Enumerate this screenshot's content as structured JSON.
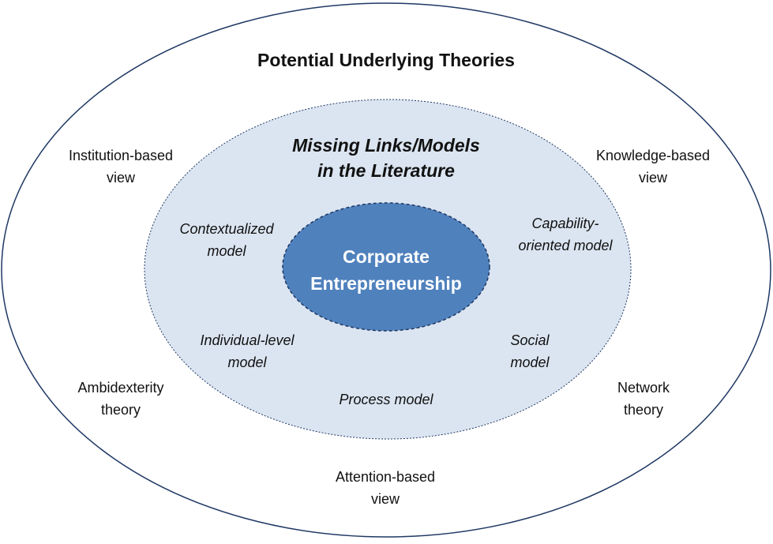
{
  "colors": {
    "outer_ring_stroke": "#1f3864",
    "middle_fill": "#dbe5f1",
    "middle_stroke": "#1f3864",
    "core_fill": "#4f81bd",
    "core_stroke": "#1f3864",
    "text": "#111111",
    "core_text": "#ffffff"
  },
  "outer": {
    "title": "Potential Underlying Theories",
    "theories": [
      {
        "line1": "Institution-based",
        "line2": "view"
      },
      {
        "line1": "Knowledge-based",
        "line2": "view"
      },
      {
        "line1": "Ambidexterity",
        "line2": "theory"
      },
      {
        "line1": "Network",
        "line2": "theory"
      },
      {
        "line1": "Attention-based",
        "line2": "view"
      }
    ]
  },
  "middle": {
    "title_line1": "Missing Links/Models",
    "title_line2": "in the Literature",
    "models": [
      {
        "line1": "Contextualized",
        "line2": "model"
      },
      {
        "line1": "Capability-",
        "line2": "oriented model"
      },
      {
        "line1": "Individual-level",
        "line2": "model"
      },
      {
        "line1": "Social",
        "line2": "model"
      },
      {
        "line1": "Process model",
        "line2": ""
      }
    ]
  },
  "core": {
    "line1": "Corporate",
    "line2": "Entrepreneurship"
  }
}
